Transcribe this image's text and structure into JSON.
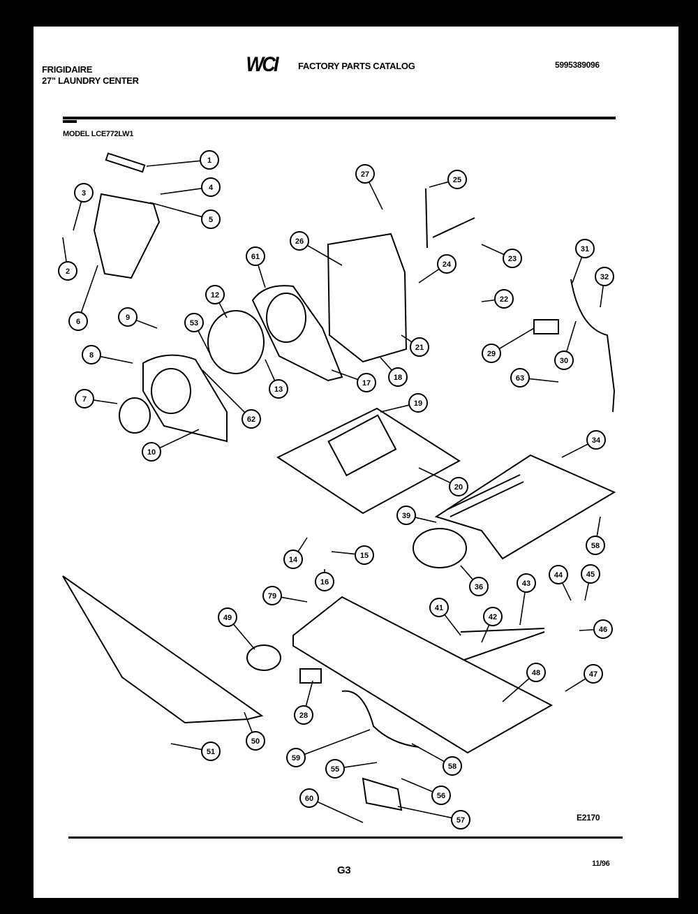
{
  "header": {
    "brand": "FRIGIDAIRE",
    "product": "27\" LAUNDRY CENTER",
    "logo": "WCI",
    "catalog_title": "FACTORY PARTS CATALOG",
    "catalog_number": "5995389096",
    "model": "MODEL LCE772LW1"
  },
  "diagram": {
    "figure_id": "E2170",
    "callouts": [
      "1",
      "4",
      "5",
      "3",
      "2",
      "6",
      "9",
      "8",
      "7",
      "10",
      "12",
      "53",
      "61",
      "13",
      "62",
      "17",
      "26",
      "27",
      "25",
      "24",
      "23",
      "22",
      "21",
      "18",
      "31",
      "32",
      "29",
      "30",
      "63",
      "19",
      "20",
      "34",
      "39",
      "58",
      "36",
      "14",
      "15",
      "16",
      "79",
      "49",
      "41",
      "43",
      "42",
      "44",
      "45",
      "46",
      "48",
      "47",
      "28",
      "50",
      "51",
      "59",
      "55",
      "58",
      "56",
      "60",
      "57"
    ]
  },
  "footer": {
    "page": "G3",
    "date": "11/96"
  }
}
